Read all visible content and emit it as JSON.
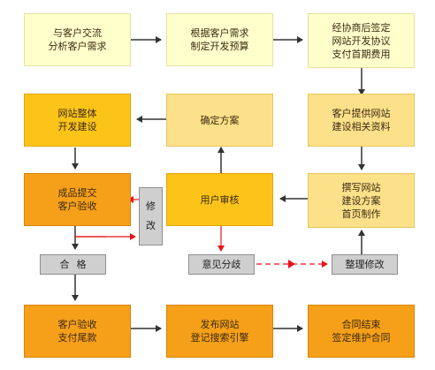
{
  "nodes": {
    "communicate": "与客户交流\n分析客户需求",
    "budget": "根据客户需求\n制定开发预算",
    "sign": "经协商后签定\n网站开发协议\n支付首期费用",
    "provide_materials": "客户提供网站\n建设相关资料",
    "write_plan": "撰写网站\n建设方案\n首页制作",
    "user_review": "用户审核",
    "confirm_plan": "确定方案",
    "develop": "网站整体\n开发建设",
    "delivery": "成品提交\n客户验收",
    "modify": "修改",
    "qualified": "合格",
    "disagree": "意见分歧",
    "revise": "整理修改",
    "final_acceptance": "客户验收\n支付尾款",
    "publish": "发布网站\n登记搜索引擎",
    "contract_end": "合同结束\n签定维护合同"
  },
  "colors": {
    "pale": "#ffffcc",
    "light": "#fde08a",
    "gold": "#fcc419",
    "orange": "#f6a01a",
    "gray": "#cfcfcf",
    "arrow": "#333333",
    "feedback": "#e8141a"
  }
}
